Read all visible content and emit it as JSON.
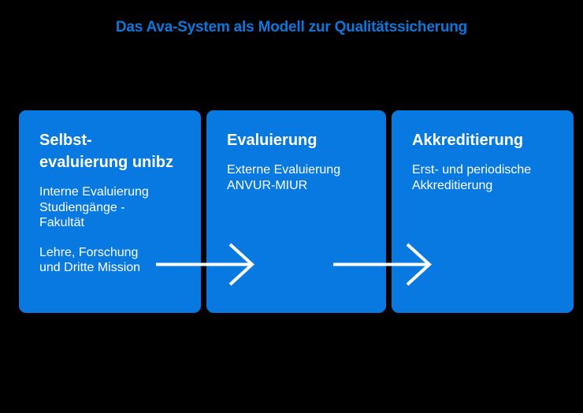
{
  "title": "Das Ava-System als Modell zur Qualitätssicherung",
  "colors": {
    "background": "#000000",
    "title_blue": "#0C78DC",
    "box_blue": "#0779E0",
    "text": "#FFFFFF",
    "arrow": "#FFFFFF"
  },
  "boxes": [
    {
      "id": "selbstevaluierung-unibz",
      "heading_lines": [
        "Selbst-",
        "evaluierung unibz"
      ],
      "paragraphs": [
        [
          "Interne Evaluierung",
          "Studiengänge -",
          "Fakultät"
        ],
        [
          "Lehre, Forschung",
          "und Dritte Mission"
        ]
      ]
    },
    {
      "id": "evaluierung",
      "heading_lines": [
        "Evaluierung"
      ],
      "paragraphs": [
        [
          "Externe Evaluierung",
          "ANVUR-MIUR"
        ]
      ]
    },
    {
      "id": "akkreditierung",
      "heading_lines": [
        "Akkreditierung"
      ],
      "paragraphs": [
        [
          "Erst- und periodische",
          "Akkreditierung"
        ]
      ]
    }
  ]
}
